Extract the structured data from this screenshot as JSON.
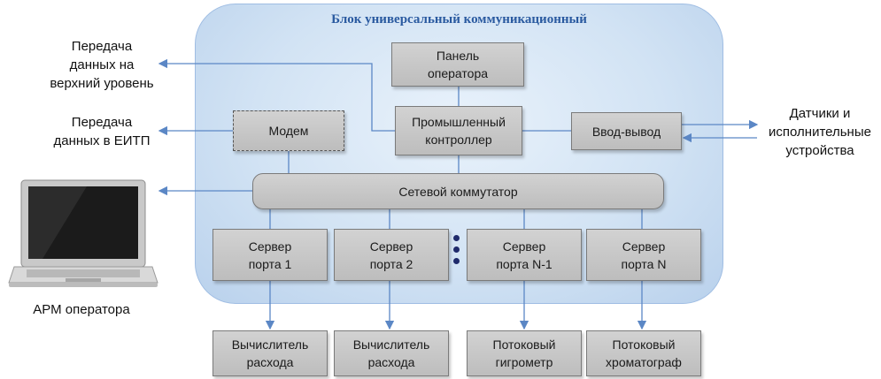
{
  "colors": {
    "frame": "#d2e3f4",
    "box": "#c8c8c8",
    "wire": "#5b87c5",
    "title": "#2a5aa0"
  },
  "frame_title": "Блок универсальный коммуникационный",
  "boxes": {
    "operator_panel": "Панель\nоператора",
    "controller": "Промышленный\nконтроллер",
    "modem": "Модем",
    "io": "Ввод-вывод",
    "switch": "Сетевой коммутатор",
    "server1": "Сервер\nпорта 1",
    "server2": "Сервер\nпорта 2",
    "serverN1": "Сервер\nпорта N-1",
    "serverN": "Сервер\nпорта N"
  },
  "devices": {
    "dev1": "Вычислитель\nрасхода",
    "dev2": "Вычислитель\nрасхода",
    "dev3": "Потоковый\nгигрометр",
    "dev4": "Потоковый\nхроматограф"
  },
  "external": {
    "upper_level": "Передача\nданных на\nверхний уровень",
    "eitp": "Передача\nданных в ЕИТП",
    "sensors": "Датчики и\nисполнительные\nустройства",
    "workstation": "АРМ оператора"
  },
  "icons": {
    "laptop": "laptop-icon"
  }
}
